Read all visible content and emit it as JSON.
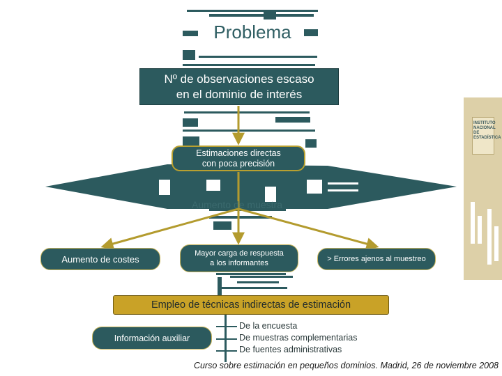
{
  "title": "Problema",
  "problem": {
    "line1": "Nº de observaciones escaso",
    "line2": "en el dominio de interés"
  },
  "estimates": {
    "line1": "Estimaciones directas",
    "line2": "con poca precisión"
  },
  "sample_increase": "Aumento de muestra",
  "consequences": {
    "costs": "Aumento de costes",
    "burden_line1": "Mayor carga de respuesta",
    "burden_line2": "a los informantes",
    "errors": "> Errores ajenos al muestreo"
  },
  "solution": "Empleo de técnicas indirectas de estimación",
  "auxiliary": "Información auxiliar",
  "sources": [
    "De la encuesta",
    "De muestras complementarias",
    "De fuentes administrativas"
  ],
  "footer": "Curso sobre estimación en pequeños dominios. Madrid, 26 de noviembre 2008",
  "logo": {
    "line1": "INSTITUTO NACIONAL DE",
    "line2": "ESTADÍSTICA"
  },
  "colors": {
    "teal": "#2c5a5e",
    "gold": "#c9a227",
    "arrow": "#b39b2e"
  }
}
